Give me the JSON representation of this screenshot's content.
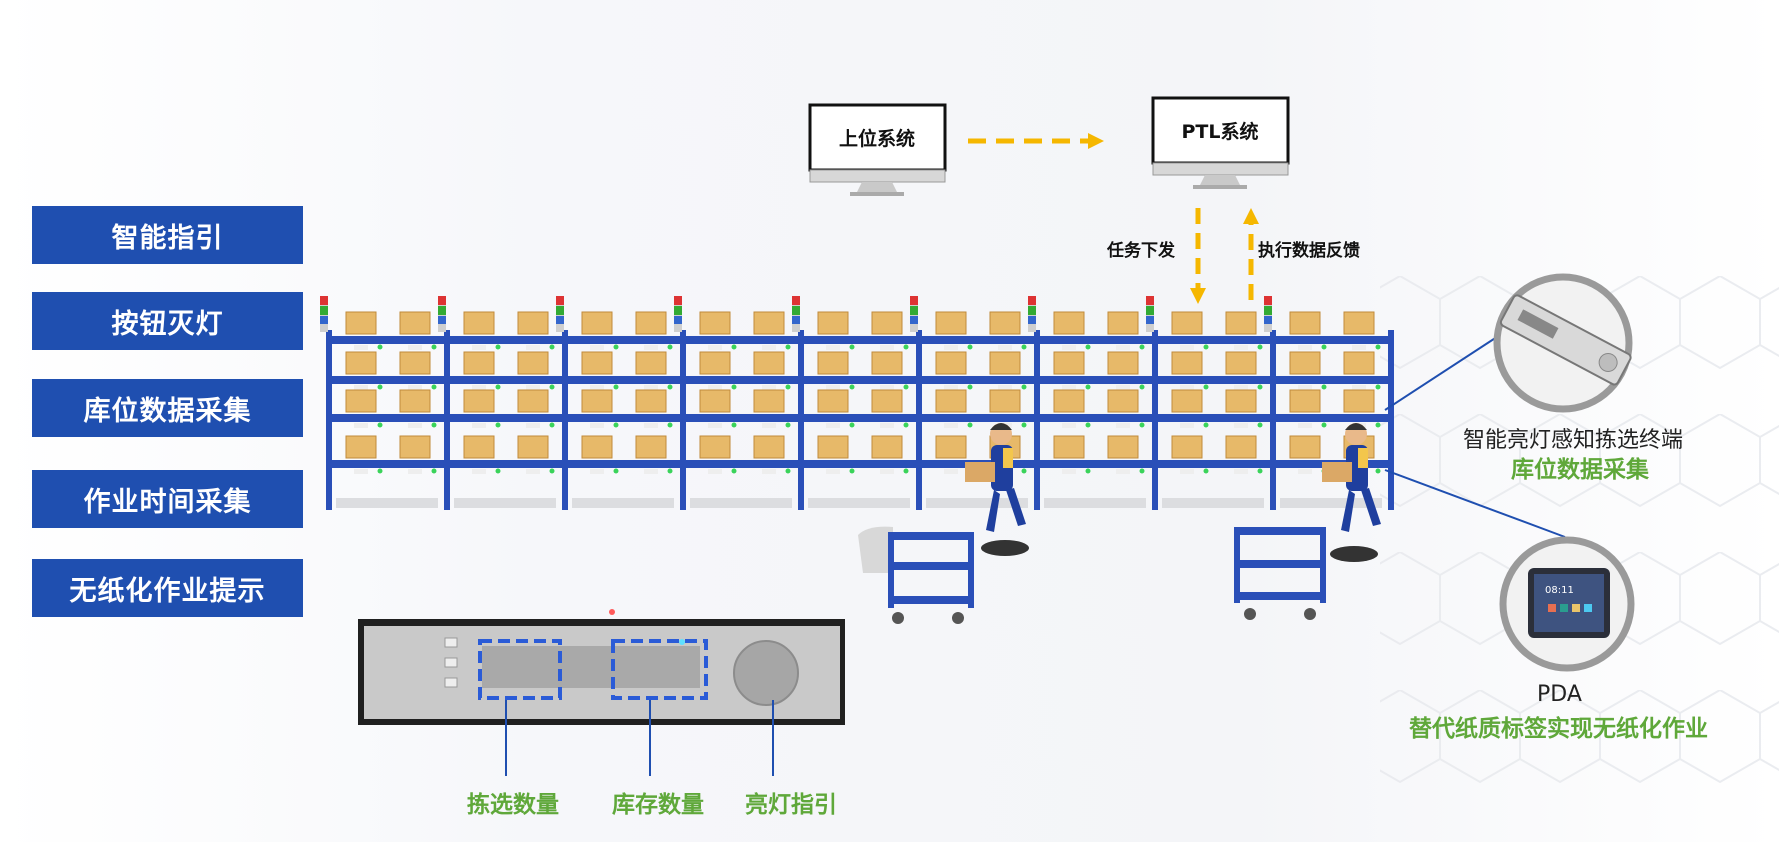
{
  "features": [
    "智能指引",
    "按钮灭灯",
    "库位数据采集",
    "作业时间采集",
    "无纸化作业提示"
  ],
  "systems": {
    "upper": "上位系统",
    "ptl": "PTL系统"
  },
  "flow": {
    "down": "任务下发",
    "up": "执行数据反馈"
  },
  "terminal": {
    "title": "智能亮灯感知拣选终端",
    "subtitle": "库位数据采集"
  },
  "pda": {
    "title": "PDA",
    "subtitle": "替代纸质标签实现无纸化作业",
    "screen_time": "08:11"
  },
  "device_labels": [
    "拣选数量",
    "库存数量",
    "亮灯指引"
  ],
  "colors": {
    "feature_bg": "#1f4fb0",
    "arrow": "#f5b700",
    "green_text": "#5fa83a",
    "rack_blue": "#2a4fb8",
    "box": "#e7b969"
  }
}
